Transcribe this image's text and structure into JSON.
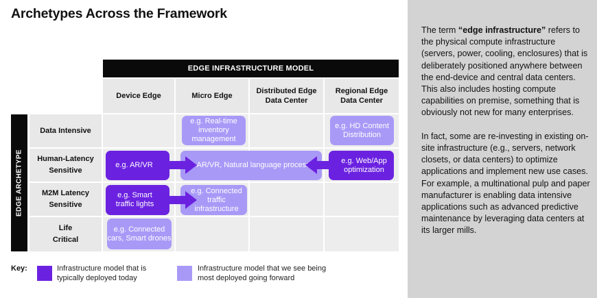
{
  "title": "Archetypes Across the Framework",
  "sidebar": {
    "paragraph1_prefix": "The term ",
    "paragraph1_bold": "“edge infrastructure”",
    "paragraph1_suffix": " refers to the physical compute infrastructure (servers, power, cooling, enclosures) that is deliberately positioned anywhere between the end-device and central data centers. This also includes hosting compute capabilities on premise, something that is obviously not new for many enterprises.",
    "paragraph2": "In fact, some are re-investing in existing on-site infrastructure (e.g., servers, network closets, or data centers) to optimize applications and implement new use cases. For example, a multinational pulp and paper manufacturer is enabling data intensive applications such as advanced predictive maintenance by leveraging data centers at its larger mills."
  },
  "diagram": {
    "banner": "EDGE INFRASTRUCTURE MODEL",
    "columns": [
      "Device Edge",
      "Micro Edge",
      "Distributed Edge Data Center",
      "Regional Edge Data Center"
    ],
    "axis_label": "EDGE ARCHETYPE",
    "rows": [
      "Data Intensive",
      "Human-Latency Sensitive",
      "M2M Latency Sensitive",
      "Life Critical"
    ],
    "boxes": {
      "realtime_inventory": "e.g. Real-time inventory management",
      "hd_content": "e.g. HD Content Distribution",
      "ar_vr_device": "e.g. AR/VR",
      "ar_vr_nlp": "e.g. AR/VR, Natural language processing",
      "web_app": "e.g. Web/App optimization",
      "smart_traffic": "e.g. Smart traffic lights",
      "connected_traffic": "e.g. Connected traffic infrastructure",
      "connected_cars": "e.g. Connected cars, Smart drones"
    },
    "colors": {
      "today": "#6b22e0",
      "forward": "#a999f7",
      "banner": "#0a0a0a",
      "header_bg": "#e8e8e8",
      "cell_bg": "#ededed",
      "side_panel": "#d3d3d3"
    }
  },
  "key": {
    "label": "Key:",
    "today": "Infrastructure model that is typically deployed today",
    "forward": "Infrastructure model that we see being most deployed going forward"
  }
}
